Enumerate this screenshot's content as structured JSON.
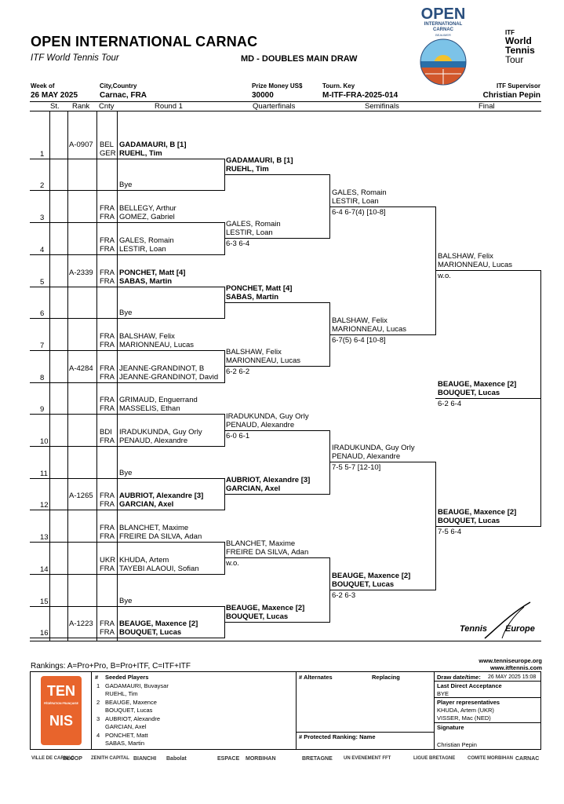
{
  "header": {
    "title": "OPEN INTERNATIONAL CARNAC",
    "subtitle": "ITF World Tennis Tour",
    "draw_name": "MD - DOUBLES MAIN DRAW",
    "week_label": "Week of",
    "week_value": "26 MAY 2025",
    "city_label": "City,Country",
    "city_value": "Carnac, FRA",
    "prize_label": "Prize Money US$",
    "prize_value": "30000",
    "key_label": "Tourn. Key",
    "key_value": "M-ITF-FRA-2025-014",
    "supervisor_label": "ITF Supervisor",
    "supervisor_value": "Christian Pepin"
  },
  "logos": {
    "open_top": "OPEN",
    "open_l1": "INTERNATIONAL",
    "open_l2": "CARNAC",
    "open_l3": "BEAUMER",
    "itf_small": "ITF",
    "wtt_l1": "World",
    "wtt_l2": "Tennis",
    "wtt_l3": "Tour",
    "te_l1": "Tennis",
    "te_l2": "Europe",
    "fft_l1": "TEN",
    "fft_mid": "FÉDÉRATION FRANÇAISE",
    "fft_l2": "NIS"
  },
  "columns": {
    "st": "St.",
    "rank": "Rank",
    "cnty": "Cnty",
    "r1": "Round 1",
    "qf": "Quarterfinals",
    "sf": "Semifinals",
    "f": "Final"
  },
  "round1": [
    {
      "line": "1",
      "rank": "A-0907",
      "c1": "BEL",
      "c2": "GER",
      "p1": "GADAMAURI, B [1]",
      "p2": "RUEHL, Tim",
      "bold": true
    },
    {
      "line": "2",
      "rank": "",
      "c1": "",
      "c2": "",
      "p1": "",
      "p2": "Bye",
      "bold": false
    },
    {
      "line": "3",
      "rank": "",
      "c1": "FRA",
      "c2": "FRA",
      "p1": "BELLEGY, Arthur",
      "p2": "GOMEZ, Gabriel",
      "bold": false
    },
    {
      "line": "4",
      "rank": "",
      "c1": "FRA",
      "c2": "FRA",
      "p1": "GALES, Romain",
      "p2": "LESTIR, Loan",
      "bold": false
    },
    {
      "line": "5",
      "rank": "A-2339",
      "c1": "FRA",
      "c2": "FRA",
      "p1": "PONCHET, Matt [4]",
      "p2": "SABAS, Martin",
      "bold": true
    },
    {
      "line": "6",
      "rank": "",
      "c1": "",
      "c2": "",
      "p1": "",
      "p2": "Bye",
      "bold": false
    },
    {
      "line": "7",
      "rank": "",
      "c1": "FRA",
      "c2": "FRA",
      "p1": "BALSHAW, Felix",
      "p2": "MARIONNEAU, Lucas",
      "bold": false
    },
    {
      "line": "8",
      "rank": "A-4284",
      "c1": "FRA",
      "c2": "FRA",
      "p1": "JEANNE-GRANDINOT, B",
      "p2": "JEANNE-GRANDINOT, David",
      "bold": false
    },
    {
      "line": "9",
      "rank": "",
      "c1": "FRA",
      "c2": "FRA",
      "p1": "GRIMAUD, Enguerrand",
      "p2": "MASSELIS, Ethan",
      "bold": false
    },
    {
      "line": "10",
      "rank": "",
      "c1": "BDI",
      "c2": "FRA",
      "p1": "IRADUKUNDA, Guy Orly",
      "p2": "PENAUD, Alexandre",
      "bold": false
    },
    {
      "line": "11",
      "rank": "",
      "c1": "",
      "c2": "",
      "p1": "",
      "p2": "Bye",
      "bold": false
    },
    {
      "line": "12",
      "rank": "A-1265",
      "c1": "FRA",
      "c2": "FRA",
      "p1": "AUBRIOT, Alexandre [3]",
      "p2": "GARCIAN, Axel",
      "bold": true
    },
    {
      "line": "13",
      "rank": "",
      "c1": "FRA",
      "c2": "FRA",
      "p1": "BLANCHET, Maxime",
      "p2": "FREIRE DA SILVA, Adan",
      "bold": false
    },
    {
      "line": "14",
      "rank": "",
      "c1": "UKR",
      "c2": "FRA",
      "p1": "KHUDA, Artem",
      "p2": "TAYEBI ALAOUI, Sofian",
      "bold": false
    },
    {
      "line": "15",
      "rank": "",
      "c1": "",
      "c2": "",
      "p1": "",
      "p2": "Bye",
      "bold": false
    },
    {
      "line": "16",
      "rank": "A-1223",
      "c1": "FRA",
      "c2": "FRA",
      "p1": "BEAUGE, Maxence [2]",
      "p2": "BOUQUET, Lucas",
      "bold": true
    }
  ],
  "qf": [
    {
      "p1": "GADAMAURI, B [1]",
      "p2": "RUEHL, Tim",
      "score": "",
      "bold": true
    },
    {
      "p1": "GALES, Romain",
      "p2": "LESTIR, Loan",
      "score": "6-3 6-4",
      "bold": false
    },
    {
      "p1": "PONCHET, Matt [4]",
      "p2": "SABAS, Martin",
      "score": "",
      "bold": true
    },
    {
      "p1": "BALSHAW, Felix",
      "p2": "MARIONNEAU, Lucas",
      "score": "6-2 6-2",
      "bold": false
    },
    {
      "p1": "IRADUKUNDA, Guy Orly",
      "p2": "PENAUD, Alexandre",
      "score": "6-0 6-1",
      "bold": false
    },
    {
      "p1": "AUBRIOT, Alexandre [3]",
      "p2": "GARCIAN, Axel",
      "score": "",
      "bold": true
    },
    {
      "p1": "BLANCHET, Maxime",
      "p2": "FREIRE DA SILVA, Adan",
      "score": "w.o.",
      "bold": false
    },
    {
      "p1": "BEAUGE, Maxence [2]",
      "p2": "BOUQUET, Lucas",
      "score": "",
      "bold": true
    }
  ],
  "sf": [
    {
      "p1": "GALES, Romain",
      "p2": "LESTIR, Loan",
      "score": "6-4 6-7(4) [10-8]",
      "bold": false
    },
    {
      "p1": "BALSHAW, Felix",
      "p2": "MARIONNEAU, Lucas",
      "score": "6-7(5) 6-4 [10-8]",
      "bold": false
    },
    {
      "p1": "IRADUKUNDA, Guy Orly",
      "p2": "PENAUD, Alexandre",
      "score": "7-5 5-7 [12-10]",
      "bold": false
    },
    {
      "p1": "BEAUGE, Maxence [2]",
      "p2": "BOUQUET, Lucas",
      "score": "6-2 6-3",
      "bold": true
    }
  ],
  "final": [
    {
      "p1": "BALSHAW, Felix",
      "p2": "MARIONNEAU, Lucas",
      "score": "w.o.",
      "bold": false
    },
    {
      "p1": "BEAUGE, Maxence [2]",
      "p2": "BOUQUET, Lucas",
      "score": "7-5 6-4",
      "bold": true
    }
  ],
  "winner": {
    "p1": "BEAUGE, Maxence [2]",
    "p2": "BOUQUET, Lucas",
    "score": "6-2 6-4"
  },
  "footer": {
    "rankings_legend": "Rankings: A=Pro+Pro, B=Pro+ITF, C=ITF+ITF",
    "url1": "www.tenniseurope.org",
    "url2": "www.itftennis.com",
    "seeded_hash": "#",
    "seeded_title": "Seeded Players",
    "seeds": [
      {
        "n": "1",
        "a": "GADAMAURI, Buvaysar",
        "b": "RUEHL, Tim"
      },
      {
        "n": "2",
        "a": "BEAUGE, Maxence",
        "b": "BOUQUET, Lucas"
      },
      {
        "n": "3",
        "a": "AUBRIOT, Alexandre",
        "b": "GARCIAN, Axel"
      },
      {
        "n": "4",
        "a": "PONCHET, Matt",
        "b": "SABAS, Martin"
      }
    ],
    "alternates_title": "# Alternates",
    "replacing_title": "Replacing",
    "protected_title": "# Protected Ranking: Name",
    "draw_date_label": "Draw date/time:",
    "draw_date_value": "26 MAY 2025 15:08",
    "lda_label": "Last Direct Acceptance",
    "lda_value": "BYE",
    "reps_label": "Player representatives",
    "rep1": "KHUDA, Artem (UKR)",
    "rep2": "VISSER, Mac (NED)",
    "signature_label": "Signature",
    "signature_value": "Christian Pepin"
  },
  "sponsors": [
    "VILLE DE CARNAC",
    "BLOOP",
    "ZENITH CAPITAL",
    "BIANCHI",
    "Babolat",
    "ESPACE",
    "MORBIHAN",
    "BRETAGNE",
    "UN EVENEMENT FFT",
    "LIGUE BRETAGNE",
    "COMITE MORBIHAN",
    "CARNAC"
  ],
  "colors": {
    "fft_orange": "#e8642c",
    "open_blue": "#2a4f7e",
    "sky": "#7cc3e8",
    "sun": "#f4c22b",
    "court": "#d2572b"
  }
}
